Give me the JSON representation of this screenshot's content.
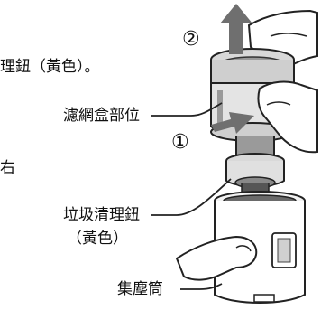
{
  "clipped_top_text": "理鈕（黃色）。",
  "clipped_mid_char": "右",
  "step_markers": {
    "up": "②",
    "push": "①"
  },
  "callouts": {
    "filter_box": "濾網盒部位",
    "trash_button_line1": "垃圾清理鈕",
    "trash_button_line2": "（黃色）",
    "dust_cup": "集塵筒"
  }
}
